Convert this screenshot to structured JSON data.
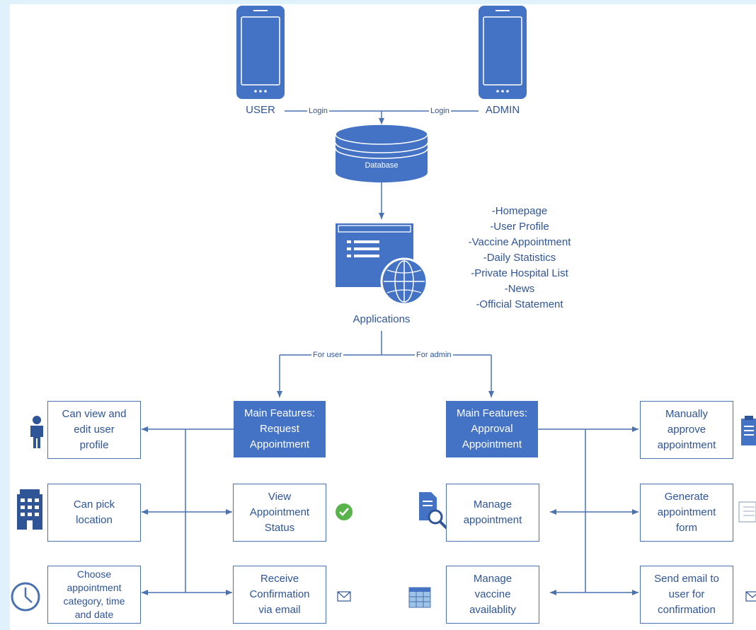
{
  "nodes": {
    "user": "USER",
    "admin": "ADMIN",
    "database": "Database",
    "applications": "Applications"
  },
  "edges": {
    "user_login": "Login",
    "admin_login": "Login",
    "for_user": "For user",
    "for_admin": "For admin"
  },
  "app_features": [
    "-Homepage",
    "-User Profile",
    "-Vaccine Appointment",
    "-Daily Statistics",
    "-Private Hospital List",
    "-News",
    "-Official Statement"
  ],
  "user_side": {
    "main": "Main Features:\nRequest\nAppointment",
    "left": [
      {
        "label": "Can view and\nedit user\nprofile",
        "icon": "person-icon"
      },
      {
        "label": "Can pick\nlocation",
        "icon": "building-icon"
      },
      {
        "label": "Choose\nappointment\ncategory, time\nand date",
        "icon": "clock-icon"
      }
    ],
    "right": [
      {
        "label": "View\nAppointment\nStatus",
        "icon": "check-circle-icon"
      },
      {
        "label": "Receive\nConfirmation\nvia email",
        "icon": "envelope-icon"
      }
    ]
  },
  "admin_side": {
    "main": "Main Features:\nApproval\nAppointment",
    "left": [
      {
        "label": "Manage\nappointment",
        "icon": "document-search-icon"
      },
      {
        "label": "Manage\nvaccine\navailablity",
        "icon": "table-icon"
      }
    ],
    "right": [
      {
        "label": "Manually\napprove\nappointment",
        "icon": "clipboard-icon"
      },
      {
        "label": "Generate\nappointment\nform",
        "icon": "form-icon"
      },
      {
        "label": "Send email to\nuser for\nconfirmation",
        "icon": "envelope-icon"
      }
    ]
  },
  "colors": {
    "accent": "#4472c4",
    "line": "#4a72b0",
    "text": "#2f5597",
    "page_background": "#dff1fb"
  }
}
